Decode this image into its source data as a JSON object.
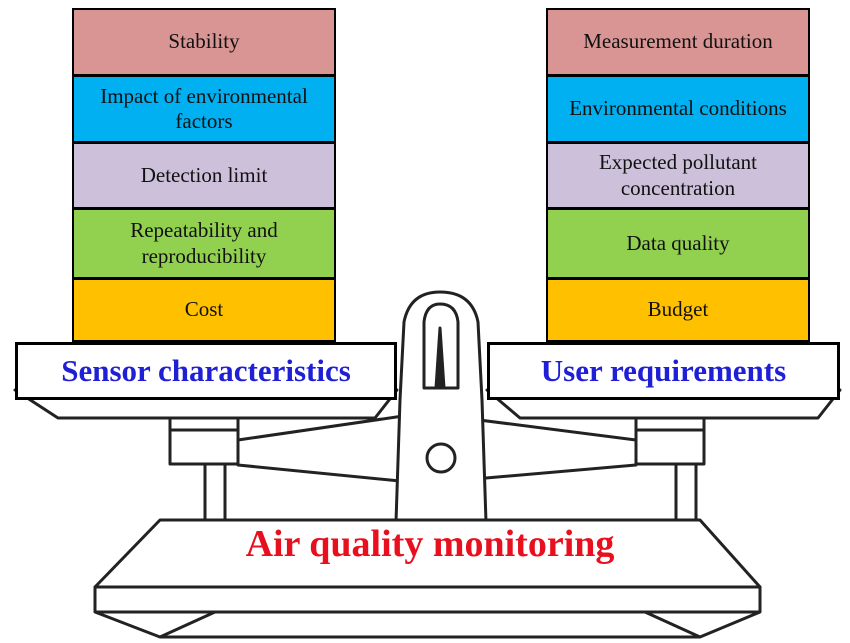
{
  "colors": {
    "stability": "#d99594",
    "environment": "#00b0f0",
    "detection": "#ccc0da",
    "quality": "#92d050",
    "cost": "#ffc000",
    "label_text": "#1f1fd6",
    "title_text": "#e8101e"
  },
  "left_stack": {
    "items": [
      {
        "label": "Stability",
        "color": "#d99594"
      },
      {
        "label": "Impact of environmental factors",
        "color": "#00b0f0"
      },
      {
        "label": "Detection limit",
        "color": "#ccc0da"
      },
      {
        "label": "Repeatability and reproducibility",
        "color": "#92d050"
      },
      {
        "label": "Cost",
        "color": "#ffc000"
      }
    ],
    "platform_label": "Sensor characteristics"
  },
  "right_stack": {
    "items": [
      {
        "label": "Measurement duration",
        "color": "#d99594"
      },
      {
        "label": "Environmental conditions",
        "color": "#00b0f0"
      },
      {
        "label": "Expected pollutant concentration",
        "color": "#ccc0da"
      },
      {
        "label": "Data quality",
        "color": "#92d050"
      },
      {
        "label": "Budget",
        "color": "#ffc000"
      }
    ],
    "platform_label": "User requirements"
  },
  "base": {
    "title": "Air quality monitoring"
  }
}
